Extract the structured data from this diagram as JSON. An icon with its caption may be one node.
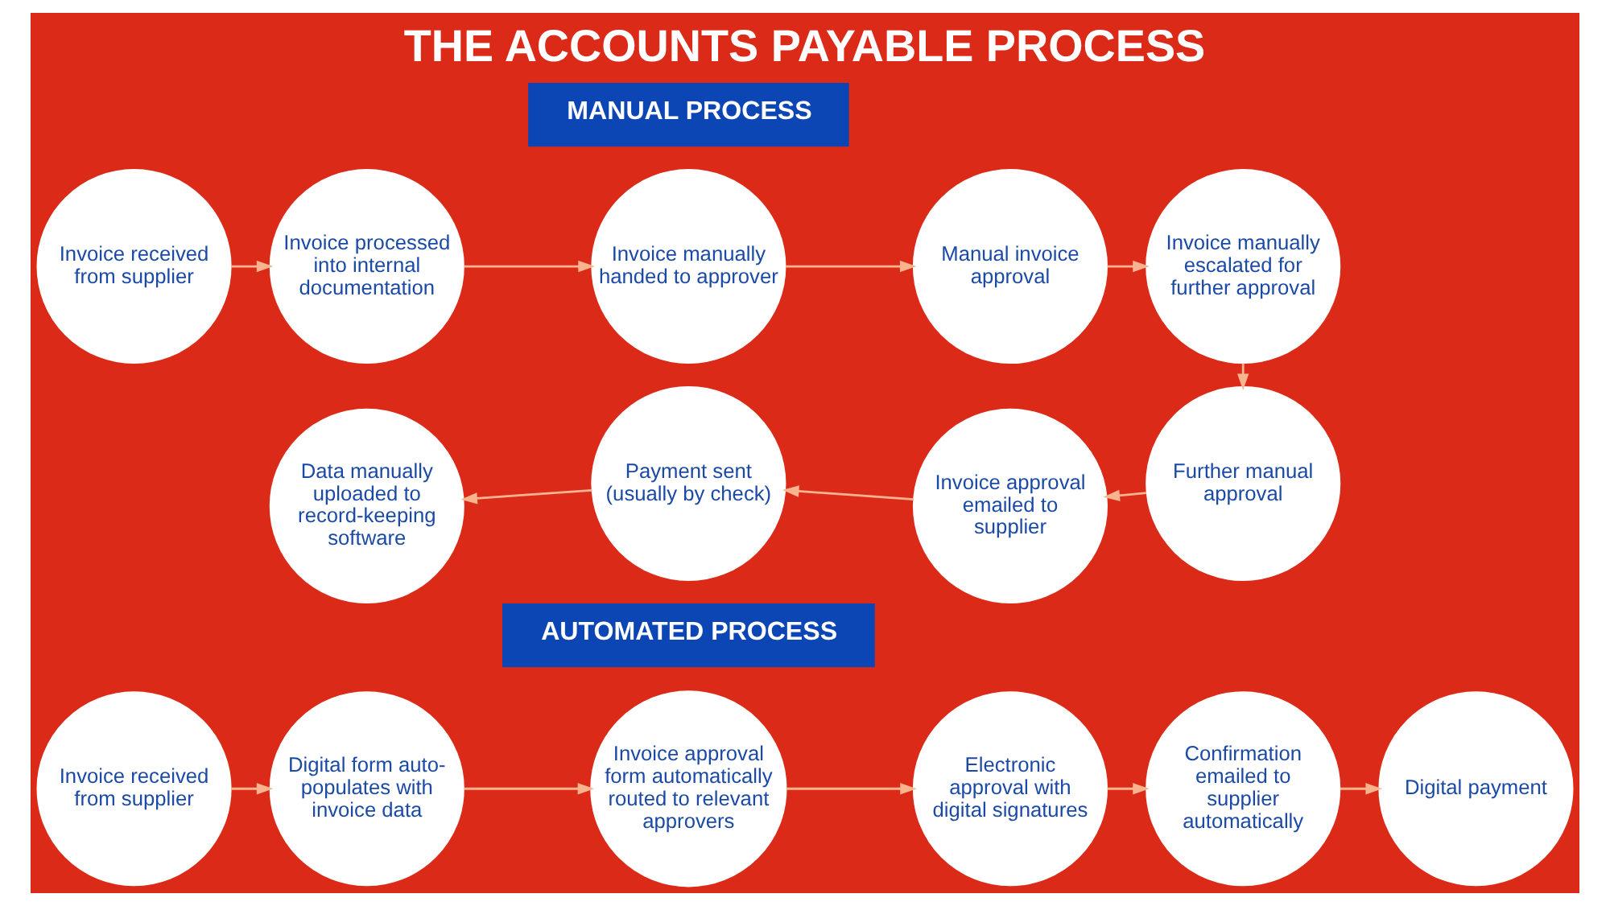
{
  "diagram": {
    "title": "THE ACCOUNTS PAYABLE PROCESS",
    "nodes": [
      {
        "text": [
          "MANUAL PROCESS"
        ]
      },
      {
        "text": [
          "Invoice received from supplier"
        ]
      },
      {
        "text": [
          "Invoice processed into internal documentation"
        ]
      },
      {
        "text": [
          "Invoice manually handed to approver"
        ]
      },
      {
        "text": [
          "Manual invoice approval"
        ]
      },
      {
        "text": [
          "Invoice manually escalated for further approval"
        ]
      },
      {
        "text": [
          "Further manual approval"
        ]
      },
      {
        "text": [
          "Invoice approval emailed to supplier"
        ]
      },
      {
        "text": [
          "Payment sent (usually by check)"
        ]
      },
      {
        "text": [
          "Data manually uploaded to record-keeping software"
        ]
      },
      {
        "text": [
          "AUTOMATED PROCESS"
        ]
      },
      {
        "text": [
          "Invoice received from supplier"
        ]
      },
      {
        "text": [
          "Digital form auto-populates with invoice data"
        ]
      },
      {
        "text": [
          "Invoice approval form automatically routed to relevant approvers"
        ]
      },
      {
        "text": [
          "Electronic approval with digital signatures"
        ]
      },
      {
        "text": [
          "Confirmation emailed to supplier automatically"
        ]
      },
      {
        "text": [
          "Digital payment"
        ]
      }
    ],
    "edges": [
      {
        "from": 1,
        "to": 2,
        "arrow": "to"
      },
      {
        "from": 2,
        "to": 3,
        "arrow": "to"
      },
      {
        "from": 3,
        "to": 4,
        "arrow": "to"
      },
      {
        "from": 4,
        "to": 5,
        "arrow": "to"
      },
      {
        "from": 5,
        "to": 6,
        "arrow": "to"
      },
      {
        "from": 6,
        "to": 7,
        "arrow": "to"
      },
      {
        "from": 7,
        "to": 8,
        "arrow": "to"
      },
      {
        "from": 8,
        "to": 9,
        "arrow": "to"
      },
      {
        "from": 11,
        "to": 12,
        "arrow": "to"
      },
      {
        "from": 12,
        "to": 13,
        "arrow": "to"
      },
      {
        "from": 13,
        "to": 14,
        "arrow": "to"
      },
      {
        "from": 14,
        "to": 15,
        "arrow": "to"
      },
      {
        "from": 15,
        "to": 16,
        "arrow": "to"
      }
    ]
  }
}
